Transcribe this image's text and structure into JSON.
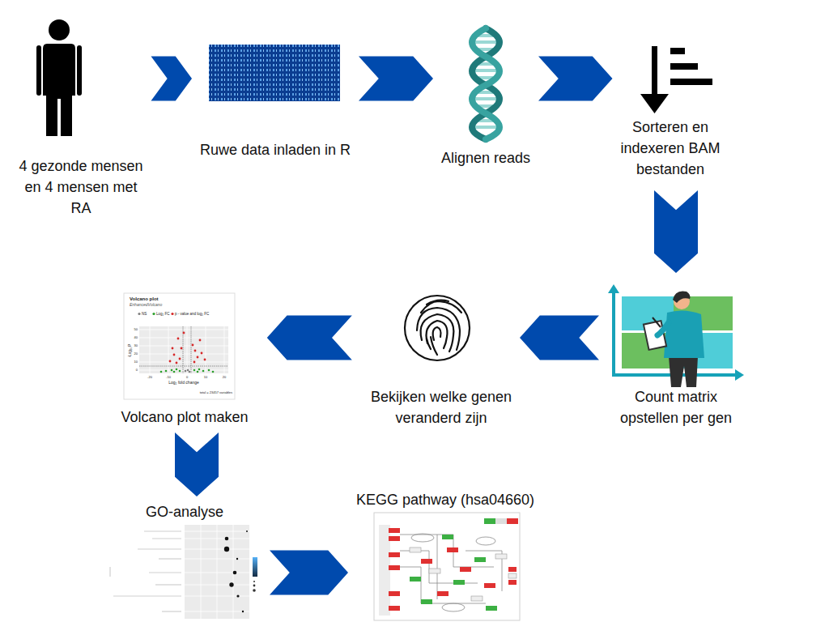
{
  "diagram": {
    "nodes": [
      {
        "text": [
          "4 gezonde mensen en 4 mensen met RA"
        ]
      },
      {
        "text": [
          "Ruwe data inladen in R"
        ]
      },
      {
        "text": [
          "Alignen reads"
        ]
      },
      {
        "text": [
          "Sorteren en indexeren BAM bestanden"
        ]
      },
      {
        "text": [
          "Count matrix opstellen per gen"
        ]
      },
      {
        "text": [
          "Bekijken welke genen veranderd zijn"
        ]
      },
      {
        "text": [
          "Volcano plot maken"
        ]
      },
      {
        "text": [
          "GO-analyse"
        ]
      },
      {
        "text": [
          "KEGG pathway (hsa04660)"
        ]
      }
    ],
    "edges": [
      {
        "from": 0,
        "to": 1,
        "arrow": "to"
      },
      {
        "from": 1,
        "to": 2,
        "arrow": "to"
      },
      {
        "from": 2,
        "to": 3,
        "arrow": "to"
      },
      {
        "from": 3,
        "to": 4,
        "arrow": "to"
      },
      {
        "from": 4,
        "to": 5,
        "arrow": "to"
      },
      {
        "from": 5,
        "to": 6,
        "arrow": "to"
      },
      {
        "from": 6,
        "to": 7,
        "arrow": "to"
      },
      {
        "from": 7,
        "to": 8,
        "arrow": "to"
      }
    ],
    "labels": [
      "Volcano plot",
      "EnhancedVolcano",
      "NS",
      "Log₂ FC",
      "p - value and log₂ FC",
      "-Log₁₀ P",
      "50",
      "40",
      "30",
      "20",
      "10",
      "0",
      "-20",
      "-10",
      "0",
      "10",
      "20",
      "Log₂ fold change",
      "total = 23457 variables"
    ]
  }
}
